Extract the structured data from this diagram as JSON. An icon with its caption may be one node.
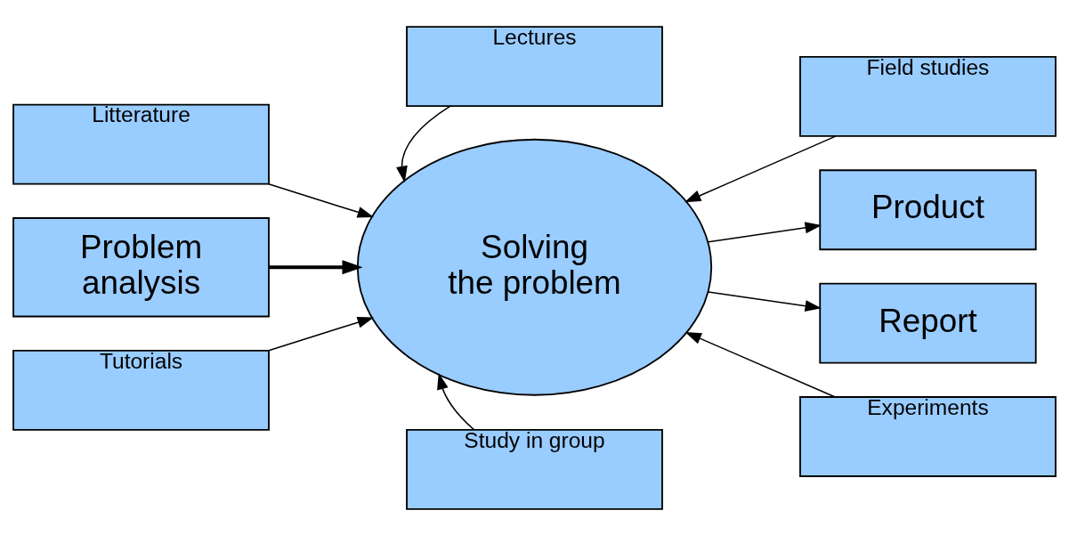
{
  "diagram": {
    "nodes": [
      {
        "text": [
          "Litterature"
        ]
      },
      {
        "text": [
          "Lectures"
        ]
      },
      {
        "text": [
          "Field studies"
        ]
      },
      {
        "text": [
          "Problem analysis"
        ]
      },
      {
        "text": [
          "Solving the problem"
        ]
      },
      {
        "text": [
          "Product"
        ]
      },
      {
        "text": [
          "Report"
        ]
      },
      {
        "text": [
          "Tutorials"
        ]
      },
      {
        "text": [
          "Study in group"
        ]
      },
      {
        "text": [
          "Experiments"
        ]
      }
    ],
    "edges": [
      {
        "from": 0,
        "to": 4,
        "arrow": "to"
      },
      {
        "from": 1,
        "to": 4,
        "arrow": "to"
      },
      {
        "from": 2,
        "to": 4,
        "arrow": "to"
      },
      {
        "from": 3,
        "to": 4,
        "arrow": "to",
        "style": "thick"
      },
      {
        "from": 4,
        "to": 5,
        "arrow": "to"
      },
      {
        "from": 4,
        "to": 6,
        "arrow": "to"
      },
      {
        "from": 7,
        "to": 4,
        "arrow": "to"
      },
      {
        "from": 8,
        "to": 4,
        "arrow": "to"
      },
      {
        "from": 9,
        "to": 4,
        "arrow": "to"
      }
    ]
  }
}
